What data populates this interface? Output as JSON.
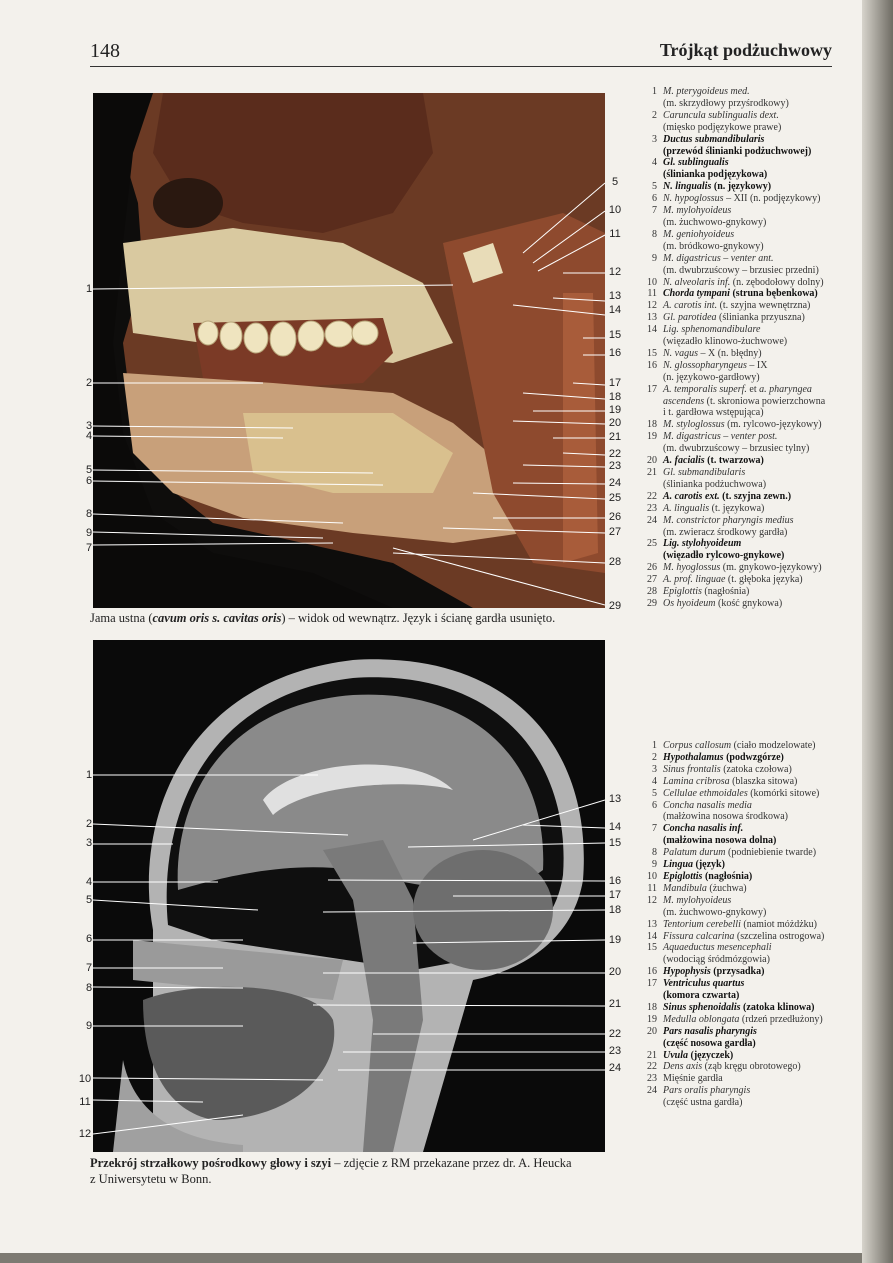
{
  "header": {
    "page_number": "148",
    "title": "Trójkąt podżuchwowy"
  },
  "figure1": {
    "caption": [
      {
        "text": "Jama ustna (",
        "style": "normal"
      },
      {
        "text": "cavum oris s. cavitas oris",
        "style": "bolditalic"
      },
      {
        "text": ") – widok od wewnątrz. Język i ścianę gardła usunięto.",
        "style": "normal"
      }
    ],
    "left_labels": [
      "1",
      "2",
      "3",
      "4",
      "5",
      "6",
      "8",
      "9",
      "7"
    ],
    "right_labels": [
      "5",
      "10",
      "11",
      "12",
      "13",
      "14",
      "15",
      "16",
      "17",
      "18",
      "19",
      "20",
      "21",
      "22",
      "23",
      "24",
      "25",
      "26",
      "27",
      "28",
      "29"
    ]
  },
  "figure2": {
    "caption": [
      {
        "text": "Przekrój strzałkowy pośrodkowy głowy i szyi",
        "style": "bold"
      },
      {
        "text": " – zdjęcie z RM przekazane przez dr. A. Heucka",
        "style": "normal"
      }
    ],
    "caption_line2": "z Uniwersytetu w Bonn.",
    "left_labels": [
      "1",
      "2",
      "3",
      "4",
      "5",
      "6",
      "7",
      "8",
      "9",
      "10",
      "11",
      "12"
    ],
    "right_labels": [
      "13",
      "14",
      "15",
      "16",
      "17",
      "18",
      "19",
      "20",
      "21",
      "22",
      "23",
      "24"
    ]
  },
  "legend1": [
    {
      "n": "1",
      "parts": [
        {
          "t": "M. pterygoideus med.",
          "s": "ital"
        }
      ]
    },
    {
      "n": "",
      "parts": [
        {
          "t": "(m. skrzydłowy przyśrodkowy)",
          "s": ""
        }
      ]
    },
    {
      "n": "2",
      "parts": [
        {
          "t": "Caruncula sublingualis dext.",
          "s": "ital"
        }
      ]
    },
    {
      "n": "",
      "parts": [
        {
          "t": "(mięsko podjęzykowe prawe)",
          "s": ""
        }
      ]
    },
    {
      "n": "3",
      "parts": [
        {
          "t": "Ductus submandibularis",
          "s": "bold ital"
        }
      ]
    },
    {
      "n": "",
      "parts": [
        {
          "t": "(przewód ślinianki podżuchwowej)",
          "s": "bold"
        }
      ]
    },
    {
      "n": "4",
      "parts": [
        {
          "t": "Gl. sublingualis",
          "s": "bold ital"
        }
      ]
    },
    {
      "n": "",
      "parts": [
        {
          "t": "(ślinianka podjęzykowa)",
          "s": "bold"
        }
      ]
    },
    {
      "n": "5",
      "parts": [
        {
          "t": "N. lingualis",
          "s": "bold ital"
        },
        {
          "t": " (n. językowy)",
          "s": "bold"
        }
      ]
    },
    {
      "n": "6",
      "parts": [
        {
          "t": "N. hypoglossus",
          "s": "ital"
        },
        {
          "t": " – XII (n. podjęzykowy)",
          "s": ""
        }
      ]
    },
    {
      "n": "7",
      "parts": [
        {
          "t": "M. mylohyoideus",
          "s": "ital"
        }
      ]
    },
    {
      "n": "",
      "parts": [
        {
          "t": "(m. żuchwowo-gnykowy)",
          "s": ""
        }
      ]
    },
    {
      "n": "8",
      "parts": [
        {
          "t": "M. geniohyoideus",
          "s": "ital"
        }
      ]
    },
    {
      "n": "",
      "parts": [
        {
          "t": "(m. bródkowo-gnykowy)",
          "s": ""
        }
      ]
    },
    {
      "n": "9",
      "parts": [
        {
          "t": "M. digastricus – venter ant.",
          "s": "ital"
        }
      ]
    },
    {
      "n": "",
      "parts": [
        {
          "t": "(m. dwubrzuścowy – brzusiec przedni)",
          "s": ""
        }
      ]
    },
    {
      "n": "10",
      "parts": [
        {
          "t": "N. alveolaris inf.",
          "s": "ital"
        },
        {
          "t": " (n. zębodołowy dolny)",
          "s": ""
        }
      ]
    },
    {
      "n": "11",
      "parts": [
        {
          "t": "Chorda tympani",
          "s": "bold ital"
        },
        {
          "t": " (struna bębenkowa)",
          "s": "bold"
        }
      ]
    },
    {
      "n": "12",
      "parts": [
        {
          "t": "A. carotis int.",
          "s": "ital"
        },
        {
          "t": " (t. szyjna wewnętrzna)",
          "s": ""
        }
      ]
    },
    {
      "n": "13",
      "parts": [
        {
          "t": "Gl. parotidea",
          "s": "ital"
        },
        {
          "t": " (ślinianka przyuszna)",
          "s": ""
        }
      ]
    },
    {
      "n": "14",
      "parts": [
        {
          "t": "Lig. sphenomandibulare",
          "s": "ital"
        }
      ]
    },
    {
      "n": "",
      "parts": [
        {
          "t": "(więzadło klinowo-żuchwowe)",
          "s": ""
        }
      ]
    },
    {
      "n": "15",
      "parts": [
        {
          "t": "N. vagus",
          "s": "ital"
        },
        {
          "t": " – X (n. błędny)",
          "s": ""
        }
      ]
    },
    {
      "n": "16",
      "parts": [
        {
          "t": "N. glossopharyngeus",
          "s": "ital"
        },
        {
          "t": " – IX",
          "s": ""
        }
      ]
    },
    {
      "n": "",
      "parts": [
        {
          "t": "(n. językowo-gardłowy)",
          "s": ""
        }
      ]
    },
    {
      "n": "17",
      "parts": [
        {
          "t": "A. temporalis superf.",
          "s": "ital"
        },
        {
          "t": " et ",
          "s": ""
        },
        {
          "t": "a. pharyngea",
          "s": "ital"
        }
      ]
    },
    {
      "n": "",
      "parts": [
        {
          "t": "ascendens",
          "s": "ital"
        },
        {
          "t": " (t. skroniowa powierzchowna",
          "s": ""
        }
      ]
    },
    {
      "n": "",
      "parts": [
        {
          "t": "i t. gardłowa wstępująca)",
          "s": ""
        }
      ]
    },
    {
      "n": "18",
      "parts": [
        {
          "t": "M. styloglossus",
          "s": "ital"
        },
        {
          "t": " (m. rylcowo-językowy)",
          "s": ""
        }
      ]
    },
    {
      "n": "19",
      "parts": [
        {
          "t": "M. digastricus – venter post.",
          "s": "ital"
        }
      ]
    },
    {
      "n": "",
      "parts": [
        {
          "t": "(m. dwubrzuścowy – brzusiec tylny)",
          "s": ""
        }
      ]
    },
    {
      "n": "20",
      "parts": [
        {
          "t": "A. facialis",
          "s": "bold ital"
        },
        {
          "t": " (t. twarzowa)",
          "s": "bold"
        }
      ]
    },
    {
      "n": "21",
      "parts": [
        {
          "t": "Gl. submandibularis",
          "s": "ital"
        }
      ]
    },
    {
      "n": "",
      "parts": [
        {
          "t": "(ślinianka podżuchwowa)",
          "s": ""
        }
      ]
    },
    {
      "n": "22",
      "parts": [
        {
          "t": "A. carotis ext.",
          "s": "bold ital"
        },
        {
          "t": " (t. szyjna zewn.)",
          "s": "bold"
        }
      ]
    },
    {
      "n": "23",
      "parts": [
        {
          "t": "A. lingualis",
          "s": "ital"
        },
        {
          "t": " (t. językowa)",
          "s": ""
        }
      ]
    },
    {
      "n": "24",
      "parts": [
        {
          "t": "M. constrictor pharyngis medius",
          "s": "ital"
        }
      ]
    },
    {
      "n": "",
      "parts": [
        {
          "t": "(m. zwieracz środkowy gardła)",
          "s": ""
        }
      ]
    },
    {
      "n": "25",
      "parts": [
        {
          "t": "Lig. stylohyoideum",
          "s": "bold ital"
        }
      ]
    },
    {
      "n": "",
      "parts": [
        {
          "t": "(więzadło rylcowo-gnykowe)",
          "s": "bold"
        }
      ]
    },
    {
      "n": "26",
      "parts": [
        {
          "t": "M. hyoglossus",
          "s": "ital"
        },
        {
          "t": " (m. gnykowo-językowy)",
          "s": ""
        }
      ]
    },
    {
      "n": "27",
      "parts": [
        {
          "t": "A. prof. linguae",
          "s": "ital"
        },
        {
          "t": " (t. głęboka języka)",
          "s": ""
        }
      ]
    },
    {
      "n": "28",
      "parts": [
        {
          "t": "Epiglottis",
          "s": "ital"
        },
        {
          "t": " (nagłośnia)",
          "s": ""
        }
      ]
    },
    {
      "n": "29",
      "parts": [
        {
          "t": "Os hyoideum",
          "s": "ital"
        },
        {
          "t": " (kość gnykowa)",
          "s": ""
        }
      ]
    }
  ],
  "legend2": [
    {
      "n": "1",
      "parts": [
        {
          "t": "Corpus callosum",
          "s": "ital"
        },
        {
          "t": " (ciało modzelowate)",
          "s": ""
        }
      ]
    },
    {
      "n": "2",
      "parts": [
        {
          "t": "Hypothalamus",
          "s": "bold ital"
        },
        {
          "t": " (podwzgórze)",
          "s": "bold"
        }
      ]
    },
    {
      "n": "3",
      "parts": [
        {
          "t": "Sinus frontalis",
          "s": "ital"
        },
        {
          "t": " (zatoka czołowa)",
          "s": ""
        }
      ]
    },
    {
      "n": "4",
      "parts": [
        {
          "t": "Lamina cribrosa",
          "s": "ital"
        },
        {
          "t": " (blaszka sitowa)",
          "s": ""
        }
      ]
    },
    {
      "n": "5",
      "parts": [
        {
          "t": "Cellulae ethmoidales",
          "s": "ital"
        },
        {
          "t": " (komórki sitowe)",
          "s": ""
        }
      ]
    },
    {
      "n": "6",
      "parts": [
        {
          "t": "Concha nasalis media",
          "s": "ital"
        }
      ]
    },
    {
      "n": "",
      "parts": [
        {
          "t": "(małżowina nosowa środkowa)",
          "s": ""
        }
      ]
    },
    {
      "n": "7",
      "parts": [
        {
          "t": "Concha nasalis inf.",
          "s": "bold ital"
        }
      ]
    },
    {
      "n": "",
      "parts": [
        {
          "t": "(małżowina nosowa dolna)",
          "s": "bold"
        }
      ]
    },
    {
      "n": "8",
      "parts": [
        {
          "t": "Palatum durum",
          "s": "ital"
        },
        {
          "t": " (podniebienie twarde)",
          "s": ""
        }
      ]
    },
    {
      "n": "9",
      "parts": [
        {
          "t": "Lingua",
          "s": "bold ital"
        },
        {
          "t": " (język)",
          "s": "bold"
        }
      ]
    },
    {
      "n": "10",
      "parts": [
        {
          "t": "Epiglottis",
          "s": "bold ital"
        },
        {
          "t": " (nagłośnia)",
          "s": "bold"
        }
      ]
    },
    {
      "n": "11",
      "parts": [
        {
          "t": "Mandibula",
          "s": "ital"
        },
        {
          "t": " (żuchwa)",
          "s": ""
        }
      ]
    },
    {
      "n": "12",
      "parts": [
        {
          "t": "M. mylohyoideus",
          "s": "ital"
        }
      ]
    },
    {
      "n": "",
      "parts": [
        {
          "t": "(m. żuchwowo-gnykowy)",
          "s": ""
        }
      ]
    },
    {
      "n": "13",
      "parts": [
        {
          "t": "Tentorium cerebelli",
          "s": "ital"
        },
        {
          "t": " (namiot móżdżku)",
          "s": ""
        }
      ]
    },
    {
      "n": "14",
      "parts": [
        {
          "t": "Fissura calcarina",
          "s": "ital"
        },
        {
          "t": " (szczelina ostrogowa)",
          "s": ""
        }
      ]
    },
    {
      "n": "15",
      "parts": [
        {
          "t": "Aquaeductus mesencephali",
          "s": "ital"
        }
      ]
    },
    {
      "n": "",
      "parts": [
        {
          "t": "(wodociąg śródmózgowia)",
          "s": ""
        }
      ]
    },
    {
      "n": "16",
      "parts": [
        {
          "t": "Hypophysis",
          "s": "bold ital"
        },
        {
          "t": " (przysadka)",
          "s": "bold"
        }
      ]
    },
    {
      "n": "17",
      "parts": [
        {
          "t": "Ventriculus quartus",
          "s": "bold ital"
        }
      ]
    },
    {
      "n": "",
      "parts": [
        {
          "t": "(komora czwarta)",
          "s": "bold"
        }
      ]
    },
    {
      "n": "18",
      "parts": [
        {
          "t": "Sinus sphenoidalis",
          "s": "bold ital"
        },
        {
          "t": " (zatoka klinowa)",
          "s": "bold"
        }
      ]
    },
    {
      "n": "19",
      "parts": [
        {
          "t": "Medulla oblongata",
          "s": "ital"
        },
        {
          "t": " (rdzeń przedłużony)",
          "s": ""
        }
      ]
    },
    {
      "n": "20",
      "parts": [
        {
          "t": "Pars nasalis pharyngis",
          "s": "bold ital"
        }
      ]
    },
    {
      "n": "",
      "parts": [
        {
          "t": "(część nosowa gardła)",
          "s": "bold"
        }
      ]
    },
    {
      "n": "21",
      "parts": [
        {
          "t": "Uvula",
          "s": "bold ital"
        },
        {
          "t": " (języczek)",
          "s": "bold"
        }
      ]
    },
    {
      "n": "22",
      "parts": [
        {
          "t": "Dens axis",
          "s": "ital"
        },
        {
          "t": " (ząb kręgu obrotowego)",
          "s": ""
        }
      ]
    },
    {
      "n": "23",
      "parts": [
        {
          "t": "Mięśnie gardła",
          "s": ""
        }
      ]
    },
    {
      "n": "24",
      "parts": [
        {
          "t": "Pars oralis pharyngis",
          "s": "ital"
        }
      ]
    },
    {
      "n": "",
      "parts": [
        {
          "t": "(część ustna gardła)",
          "s": ""
        }
      ]
    }
  ]
}
